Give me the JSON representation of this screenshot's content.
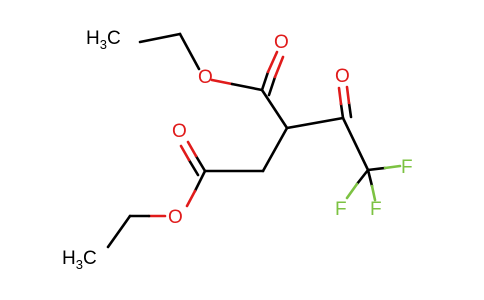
{
  "molecule": {
    "atoms": {
      "ch3_top": {
        "main": "H",
        "sub": "3",
        "tail": "C"
      },
      "ch3_bottom": {
        "main": "H",
        "sub": "3",
        "tail": "C"
      },
      "o_ester_top": "O",
      "o_carbonyl_top": "O",
      "o_ketone": "O",
      "o_carbonyl_bottom": "O",
      "o_ester_bottom": "O",
      "f_right": "F",
      "f_bottom_left": "F",
      "f_bottom_right": "F"
    },
    "colors": {
      "carbon": "#000000",
      "oxygen": "#e01b1b",
      "fluorine": "#7cc242",
      "background": "#ffffff"
    }
  }
}
